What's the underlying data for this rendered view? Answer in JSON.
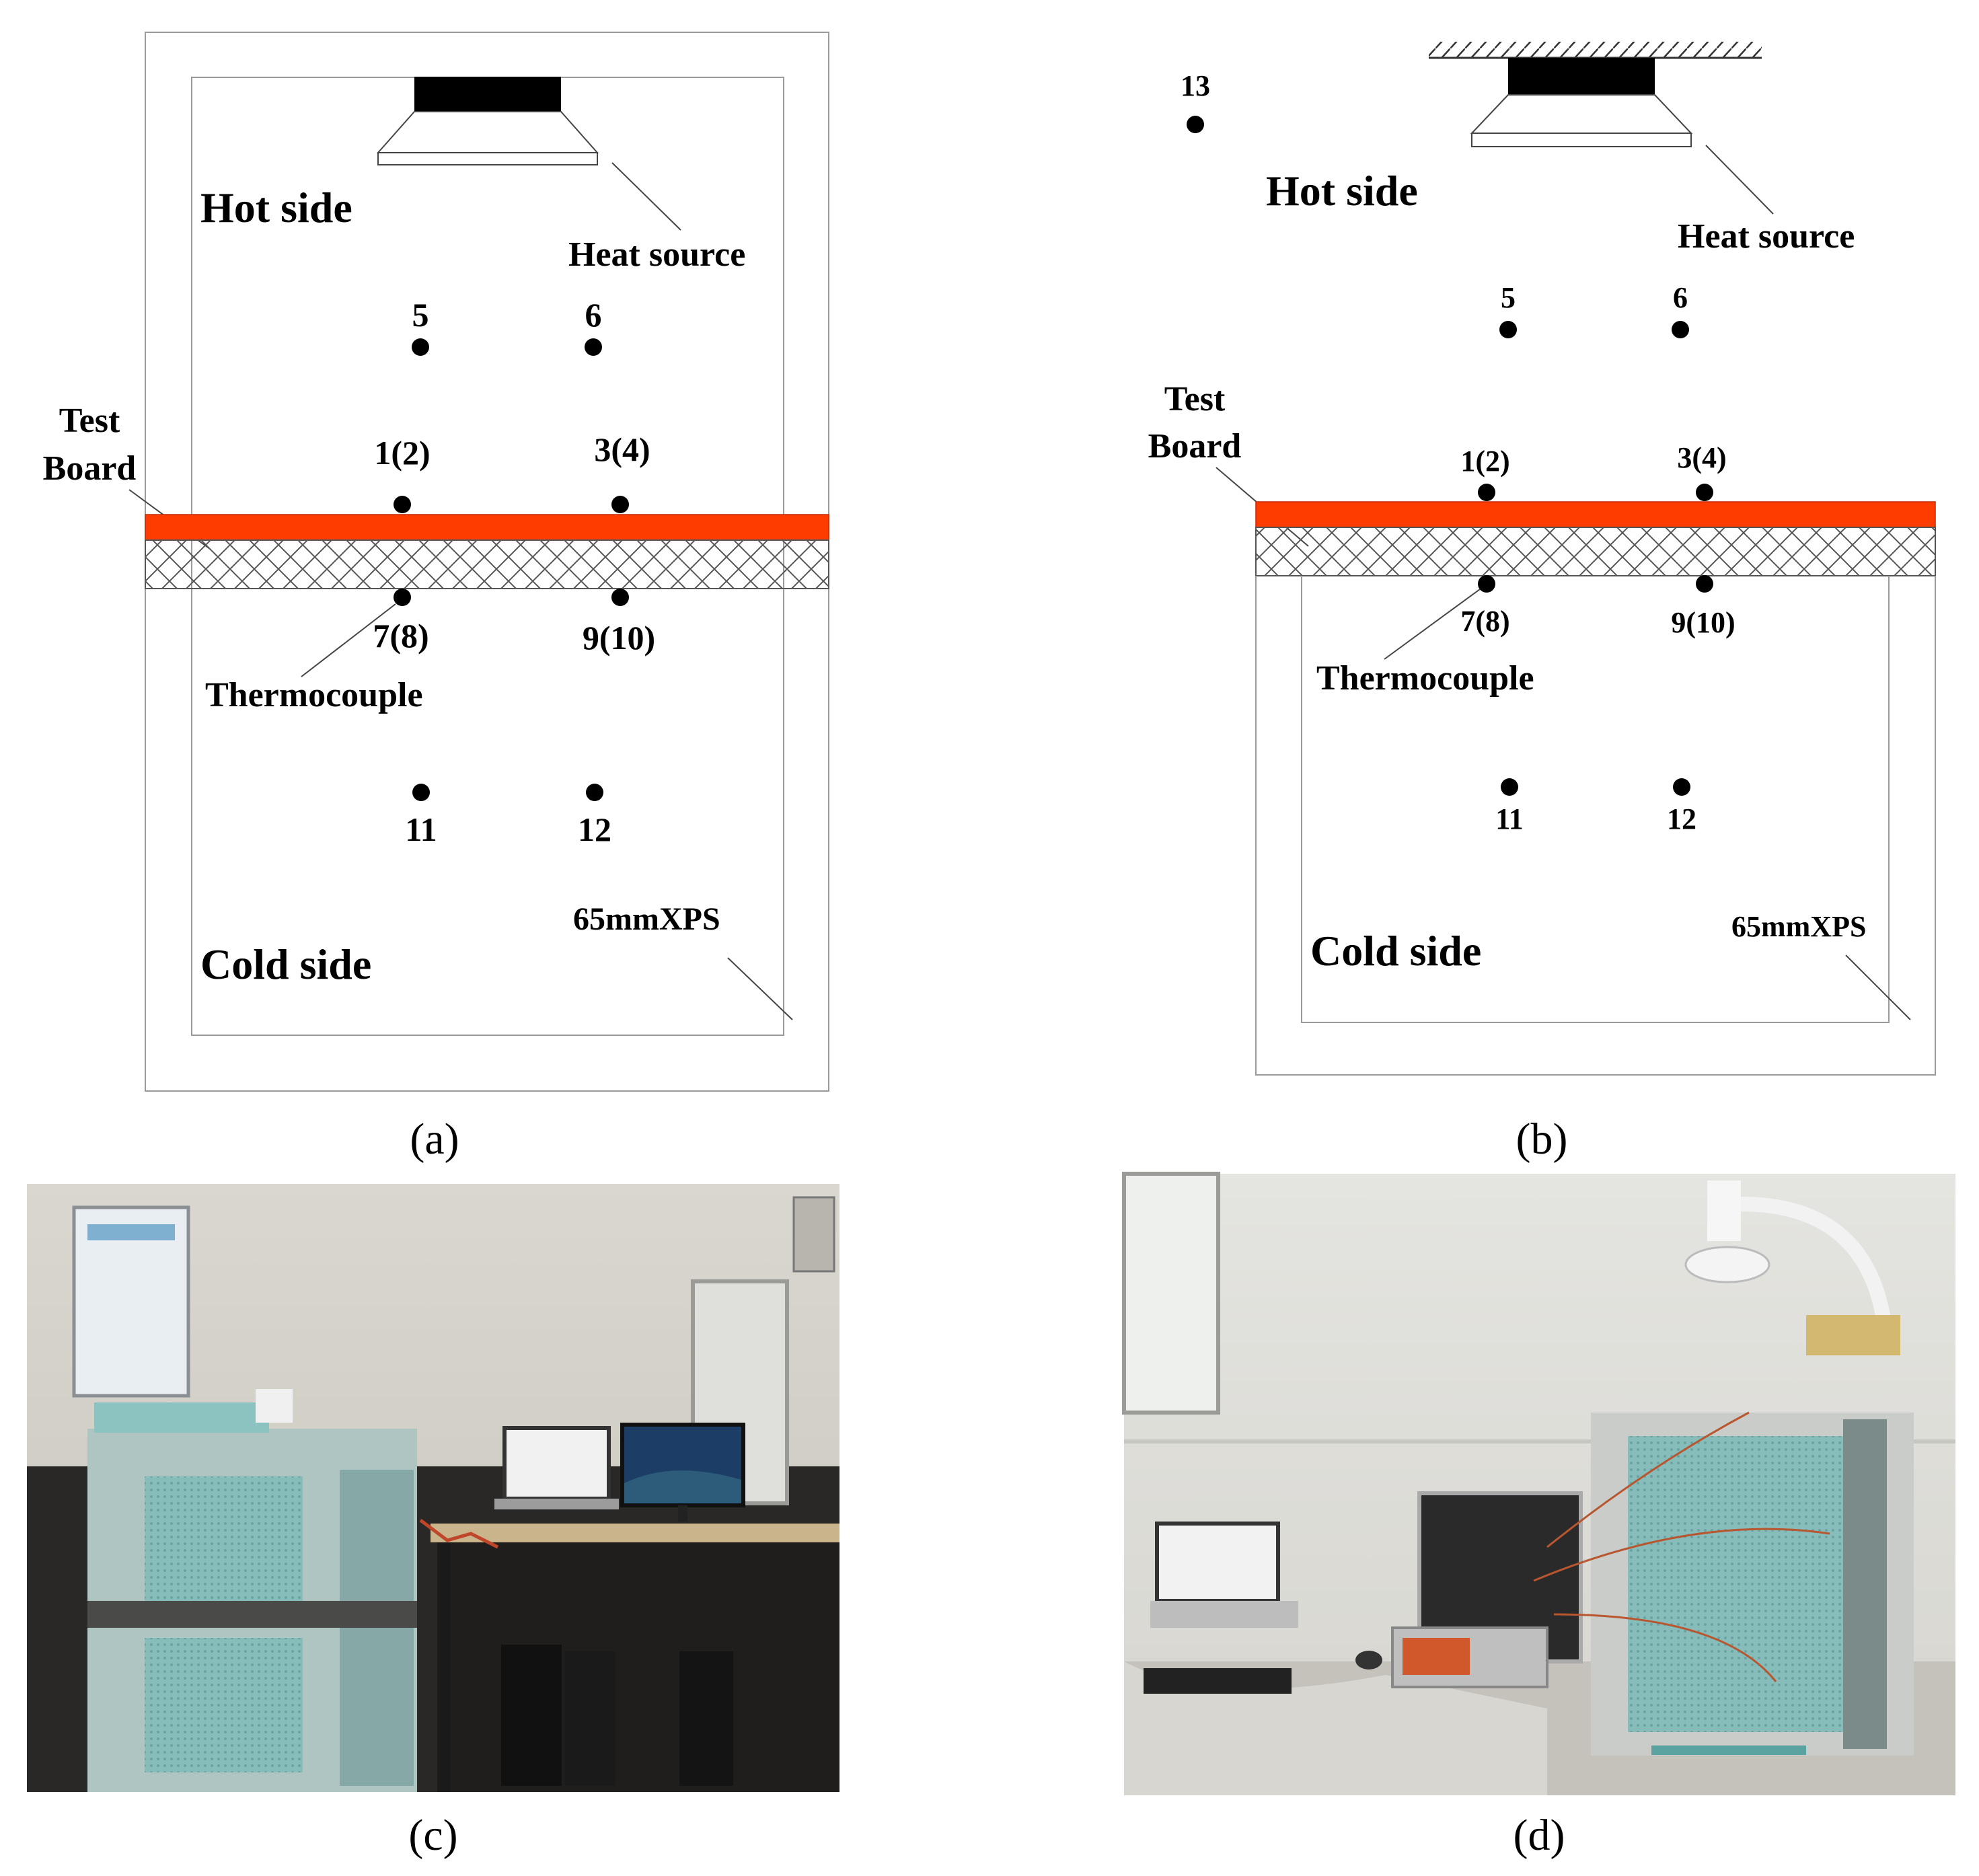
{
  "colors": {
    "test_board": "#ff3c00",
    "heat_source": "#000000",
    "outline": "#9a9a9a",
    "xps_wall": "#7fb7b4",
    "foil": "#c9ccc9"
  },
  "panel_a": {
    "hot_side": "Hot side",
    "heat_source": "Heat source",
    "test_board": [
      "Test",
      "Board"
    ],
    "thermocouple": "Thermocouple",
    "cold_side": "Cold side",
    "xps": "65mmXPS",
    "points": {
      "p5": "5",
      "p6": "6",
      "p12a": "1(2)",
      "p34a": "3(4)",
      "p78": "7(8)",
      "p910": "9(10)",
      "p11": "11",
      "p12": "12"
    },
    "caption": "(a)"
  },
  "panel_b": {
    "point13": "13",
    "hot_side": "Hot side",
    "heat_source": "Heat source",
    "test_board": [
      "Test",
      "Board"
    ],
    "thermocouple": "Thermocouple",
    "cold_side": "Cold side",
    "xps": "65mmXPS",
    "points": {
      "p5": "5",
      "p6": "6",
      "p12a": "1(2)",
      "p34a": "3(4)",
      "p78": "7(8)",
      "p910": "9(10)",
      "p11": "11",
      "p12": "12"
    },
    "caption": "(b)"
  },
  "panel_c": {
    "caption": "(c)"
  },
  "panel_d": {
    "caption": "(d)"
  }
}
